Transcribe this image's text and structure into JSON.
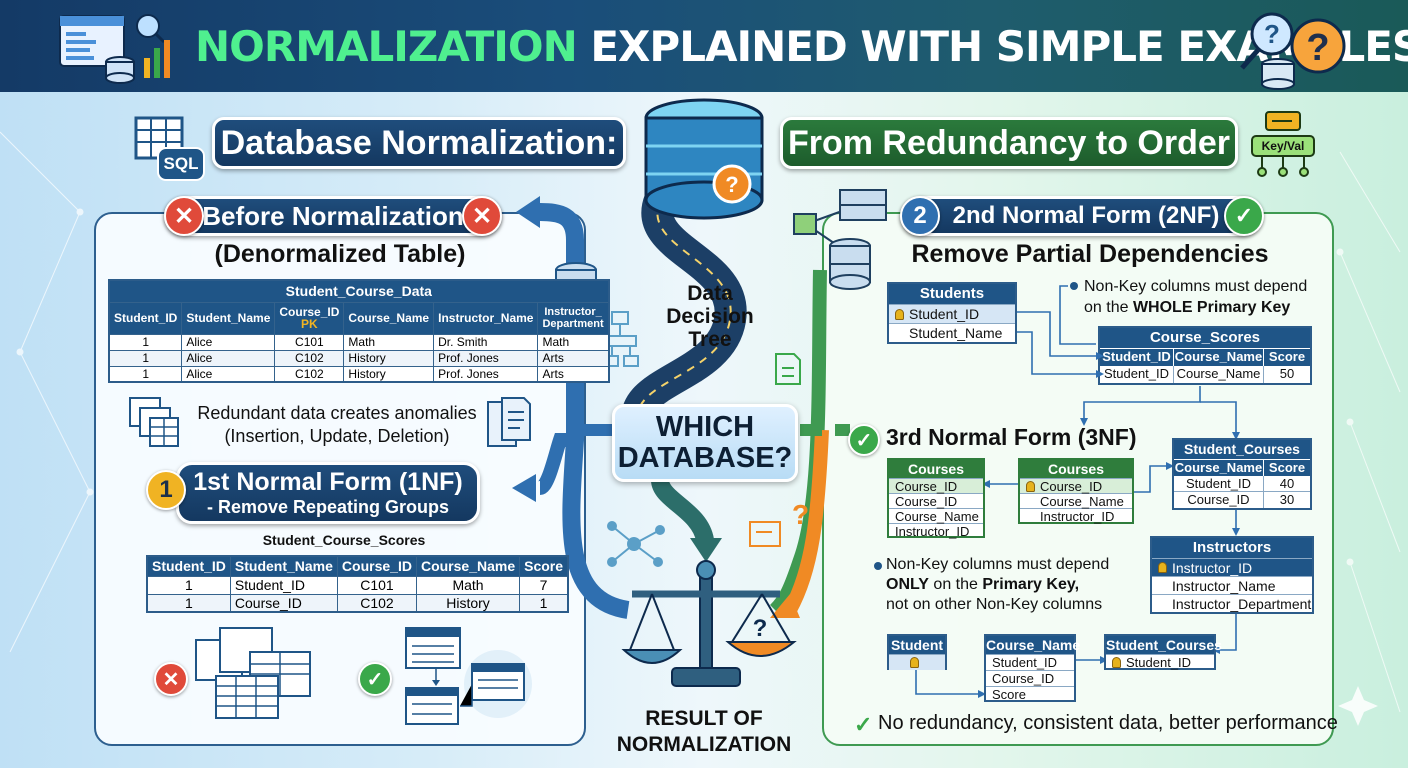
{
  "header": {
    "title_part1": "NORMALIZATION",
    "title_part2": "EXPLAINED WITH SIMPLE EXAMPLES"
  },
  "banners": {
    "left": "Database Normalization:",
    "right": "From Redundancy to Order",
    "sql_label": "SQL",
    "keyval_label": "Key/Val"
  },
  "center": {
    "tree_label": "Data\nDecision\nTree",
    "question": "WHICH\nDATABASE?",
    "result": "RESULT OF\nNORMALIZATION"
  },
  "left": {
    "before_title": "Before Normalization",
    "before_subtitle": "(Denormalized Table)",
    "table1": {
      "name": "Student_Course_Data",
      "columns": [
        "Student_ID",
        "Student_Name",
        "Course_ID",
        "Course_Name",
        "Instructor_Name",
        "Instructor_\nDepartment"
      ],
      "pk_label": "PK",
      "rows": [
        [
          "1",
          "Alice",
          "C101",
          "Math",
          "Dr. Smith",
          "Math"
        ],
        [
          "1",
          "Alice",
          "C102",
          "History",
          "Prof. Jones",
          "Arts"
        ],
        [
          "1",
          "Alice",
          "C102",
          "History",
          "Prof. Jones",
          "Arts"
        ]
      ]
    },
    "anomaly_text": "Redundant data creates anomalies\n(Insertion, Update, Deletion)",
    "nf1_number": "1",
    "nf1_title": "1st Normal Form (1NF)",
    "nf1_subtitle": "- Remove Repeating Groups",
    "table2": {
      "name": "Student_Course_Scores",
      "columns": [
        "Student_ID",
        "Student_Name",
        "Course_ID",
        "Course_Name",
        "Score"
      ],
      "rows": [
        [
          "1",
          "Student_ID",
          "C101",
          "Math",
          "7"
        ],
        [
          "1",
          "Course_ID",
          "C102",
          "History",
          "1"
        ]
      ]
    }
  },
  "right": {
    "nf2_number": "2",
    "nf2_title": "2nd Normal Form (2NF)",
    "nf2_subtitle": "Remove Partial Dependencies",
    "nf2_note_pre": "Non-Key columns must depend\non the ",
    "nf2_note_bold": "WHOLE Primary Key",
    "students": {
      "name": "Students",
      "rows": [
        "Student_ID",
        "Student_Name"
      ]
    },
    "course_scores": {
      "name": "Course_Scores",
      "columns": [
        "Student_ID",
        "Course_Name",
        "Score"
      ],
      "rows": [
        [
          "Student_ID",
          "Course_Name",
          "50"
        ]
      ]
    },
    "nf3_title": "3rd Normal Form (3NF)",
    "courses_a": {
      "name": "Courses",
      "rows": [
        "Course_ID",
        "Course_ID",
        "Course_Name",
        "Instructor_ID"
      ]
    },
    "courses_b": {
      "name": "Courses",
      "rows": [
        "Course_ID",
        "Course_Name",
        "Instructor_ID"
      ]
    },
    "student_courses": {
      "name": "Student_Courses",
      "columns": [
        "Course_Name",
        "Score"
      ],
      "rows": [
        [
          "Student_ID",
          "40"
        ],
        [
          "Course_ID",
          "30"
        ]
      ]
    },
    "instructors": {
      "name": "Instructors",
      "rows": [
        "Instructor_ID",
        "Instructor_Name",
        "Instructor_Department"
      ]
    },
    "nf3_note_1": "Non-Key columns must depend",
    "nf3_note_2a": "ONLY",
    "nf3_note_2b": " on the ",
    "nf3_note_2c": "Primary Key,",
    "nf3_note_3": "not on other Non-Key columns",
    "student_small": {
      "name": "Student"
    },
    "course_name_tbl": {
      "name": "Course_Name",
      "rows": [
        "Student_ID",
        "Course_ID",
        "Score"
      ]
    },
    "student_courses_small": {
      "name": "Student_Courses",
      "rows": [
        "Student_ID"
      ]
    },
    "conclusion": "No redundancy, consistent data, better performance"
  },
  "colors": {
    "navy": "#1f4d7c",
    "green": "#2b7a3c",
    "error_red": "#e04a3a",
    "ok_green": "#3aa84a",
    "orange": "#f08a24",
    "gold": "#f0b323"
  }
}
